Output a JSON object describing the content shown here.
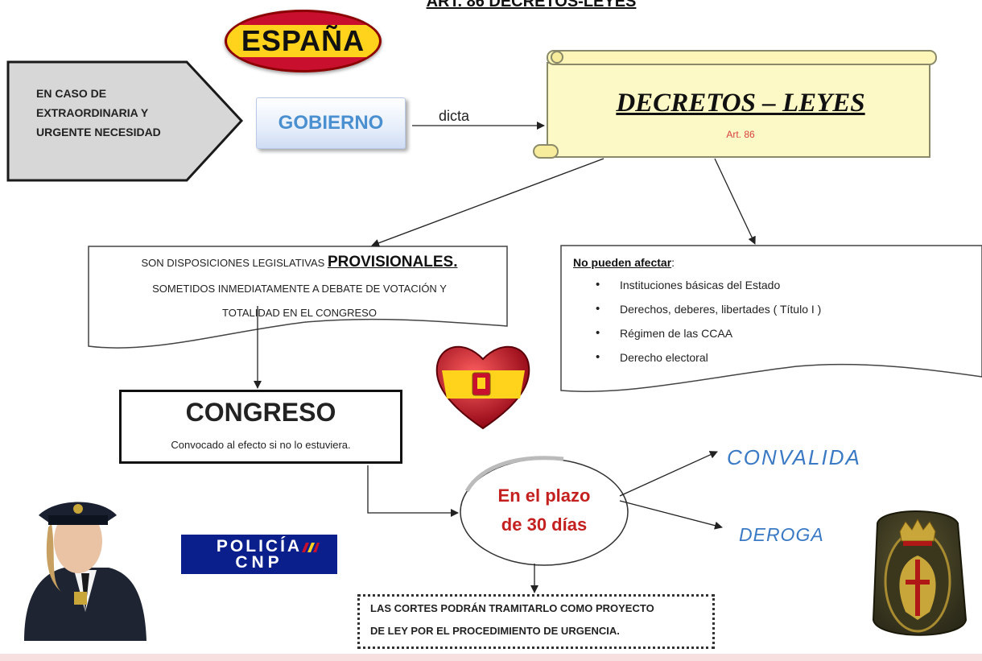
{
  "title": "ART. 86 DECRETOS-LEYES",
  "espana_badge": "ESPAÑA",
  "condition": {
    "lines": [
      "EN CASO DE",
      "EXTRAORDINARIA Y",
      "URGENTE NECESIDAD"
    ]
  },
  "gobierno": "GOBIERNO",
  "dicta": "dicta",
  "scroll": {
    "title": "DECRETOS – LEYES",
    "subtitle": "Art. 86"
  },
  "provisional": {
    "line1_prefix": "SON DISPOSICIONES LEGISLATIVAS",
    "line1_emphasis": "PROVISIONALES.",
    "line2": "SOMETIDOS INMEDIATAMENTE A DEBATE DE VOTACIÓN Y",
    "line3": "TOTALIDAD EN EL CONGRESO"
  },
  "no_afectar": {
    "title": "No pueden afectar",
    "colon": ":",
    "items": [
      "Instituciones básicas del Estado",
      "Derechos, deberes, libertades ( Título I )",
      "Régimen de las CCAA",
      "Derecho electoral"
    ]
  },
  "congreso": {
    "title": "CONGRESO",
    "subtitle": "Convocado al efecto si no lo estuviera."
  },
  "plazo": {
    "line1": "En el plazo",
    "line2": "de 30 días"
  },
  "outcomes": {
    "convalida": "CONVALIDA",
    "deroga": "DEROGA"
  },
  "cortes": {
    "line1": "LAS CORTES PODRÁN TRAMITARLO COMO PROYECTO",
    "line2": "DE LEY POR EL PROCEDIMIENTO DE URGENCIA."
  },
  "policia_logo": {
    "line1": "POLICÍA",
    "line2": "CNP"
  },
  "colors": {
    "gobierno_text": "#4a8fd0",
    "outcome_text": "#3a79c4",
    "plazo_text": "#c42020",
    "scroll_fill": "#fdf9c6",
    "spain_red": "#c8102e",
    "spain_yellow": "#ffd21c",
    "policia_blue": "#0b1f8c"
  }
}
